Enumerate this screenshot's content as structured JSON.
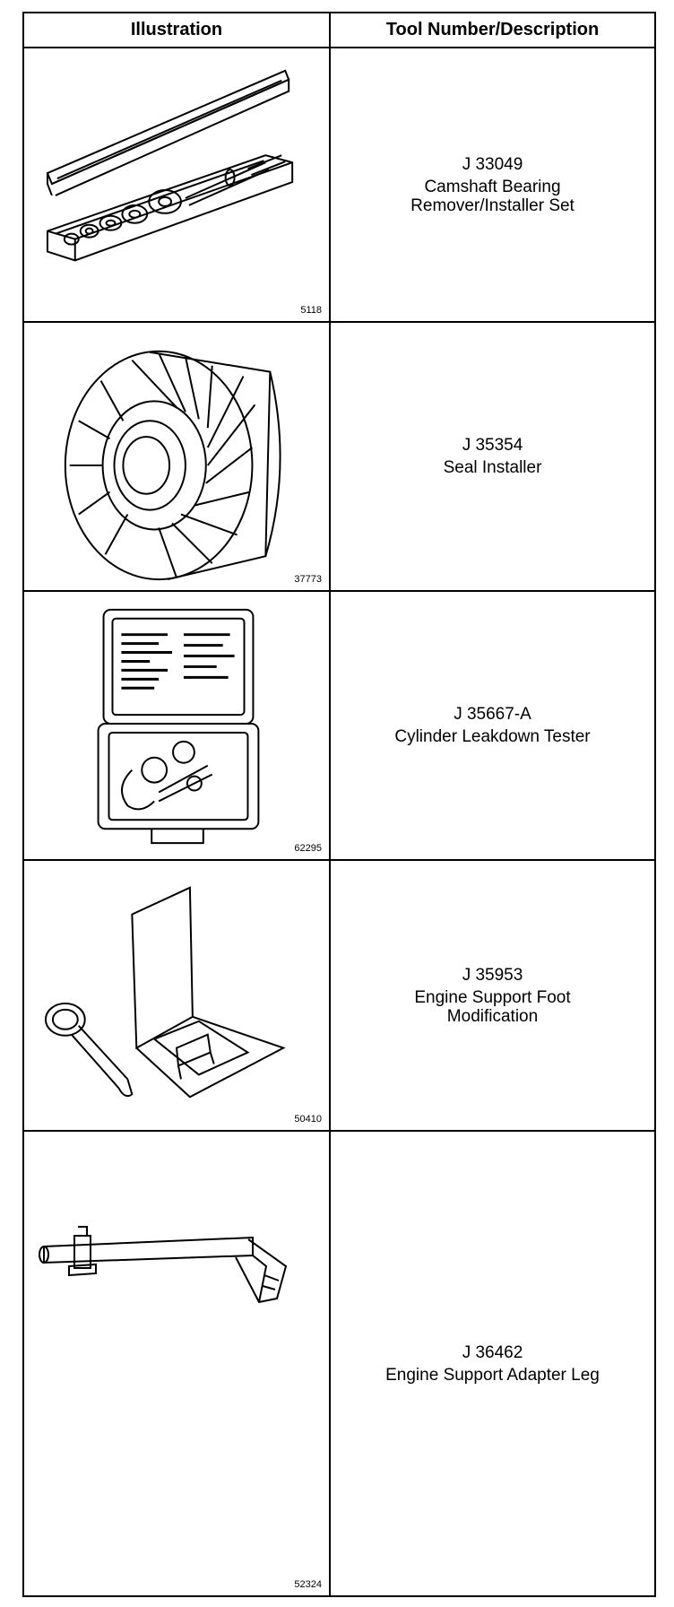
{
  "header": {
    "col1": "Illustration",
    "col2": "Tool Number/Description"
  },
  "rows": [
    {
      "number": "J 33049",
      "description": "Camshaft Bearing\nRemover/Installer Set",
      "figure": "5118",
      "illustration": "camshaft-bearing-set-case"
    },
    {
      "number": "J 35354",
      "description": "Seal Installer",
      "figure": "37773",
      "illustration": "seal-installer-wheel"
    },
    {
      "number": "J 35667-A",
      "description": "Cylinder Leakdown Tester",
      "figure": "62295",
      "illustration": "leakdown-tester-case"
    },
    {
      "number": "J 35953",
      "description": "Engine Support Foot\nModification",
      "figure": "50410",
      "illustration": "support-foot-bracket-and-pin"
    },
    {
      "number": "J 36462",
      "description": "Engine Support Adapter Leg",
      "figure": "52324",
      "illustration": "adapter-leg-bar"
    }
  ]
}
